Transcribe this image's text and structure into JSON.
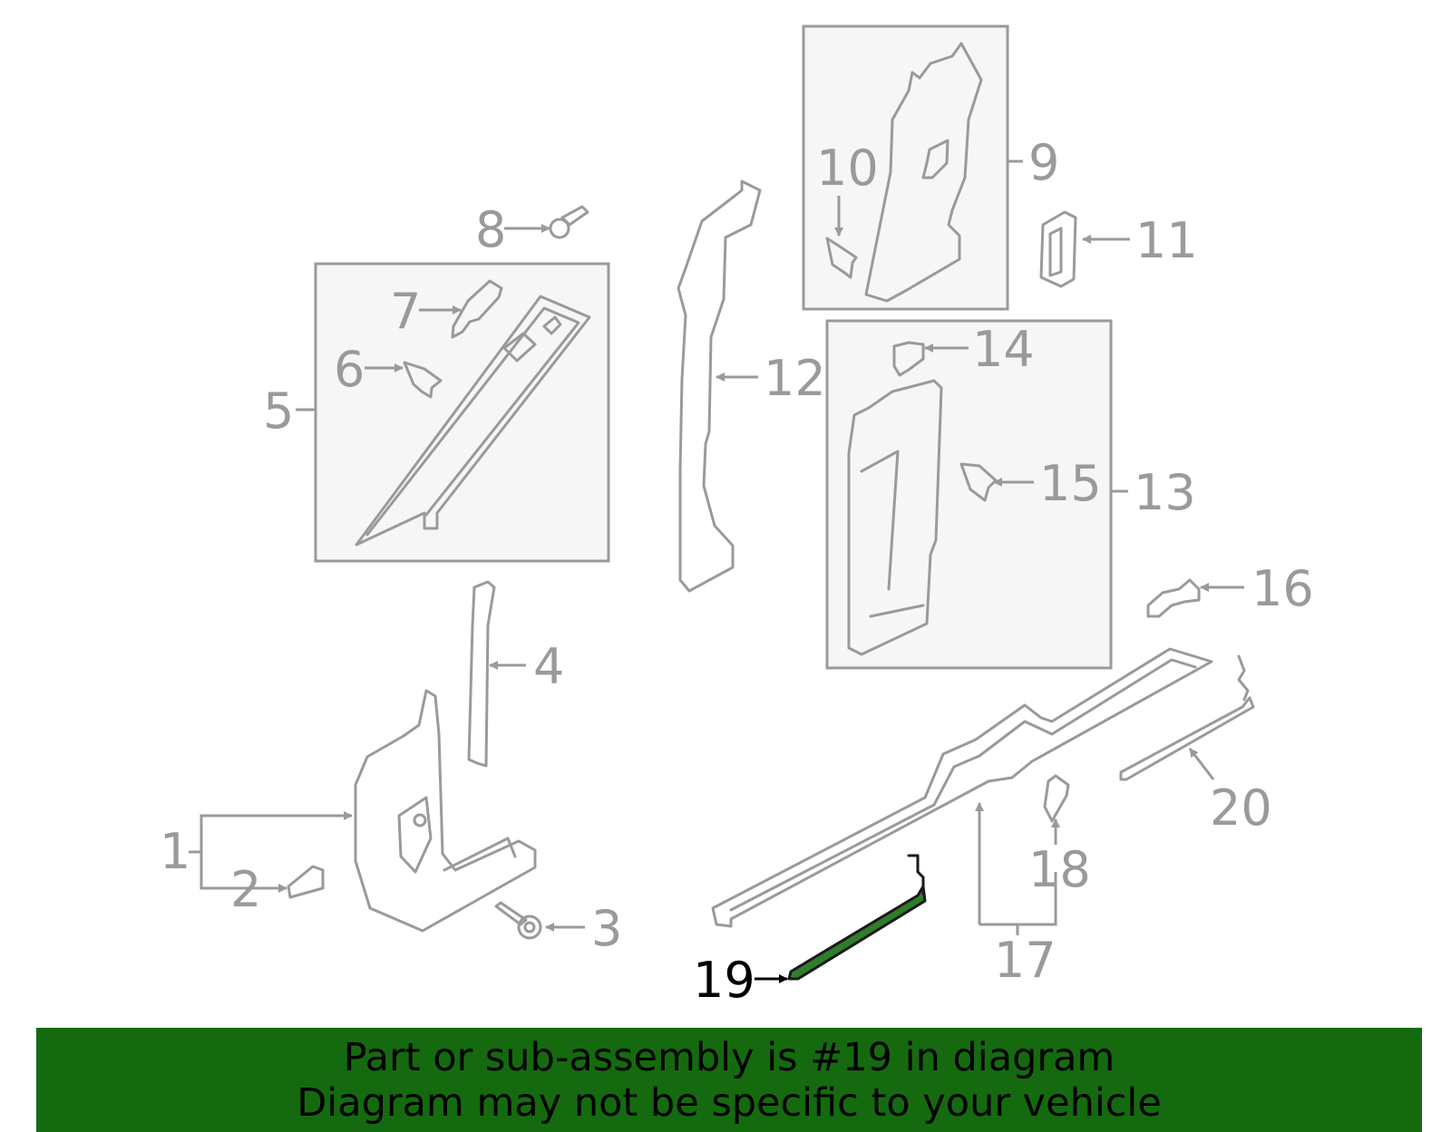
{
  "diagram": {
    "callouts": [
      "1",
      "2",
      "3",
      "4",
      "5",
      "6",
      "7",
      "8",
      "9",
      "10",
      "11",
      "12",
      "13",
      "14",
      "15",
      "16",
      "17",
      "18",
      "19",
      "20"
    ],
    "highlighted_callout": "19",
    "colors": {
      "line": "#9a9a9a",
      "highlight_part": "#2f7d2a",
      "banner": "#156a0f",
      "box_fill": "#f6f6f6"
    }
  },
  "banner": {
    "line1": "Part or sub-assembly is #19 in diagram",
    "line2": "Diagram may not be specific to your vehicle"
  }
}
